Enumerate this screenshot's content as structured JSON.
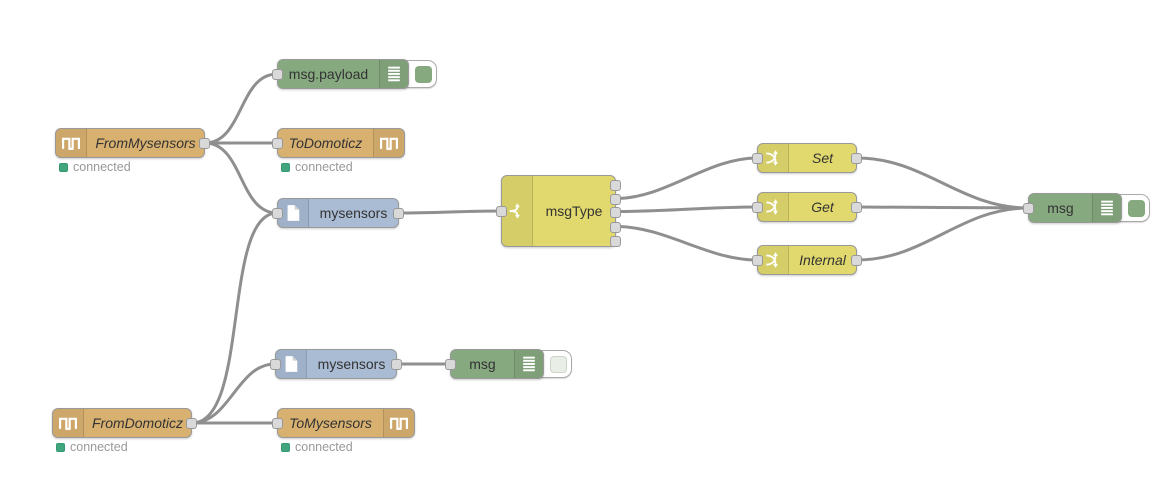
{
  "app": "node-red-flow-editor",
  "colors": {
    "canvas_bg": "#ffffff",
    "node_tan": "#d8b170",
    "node_green_debug": "#87a980",
    "node_blue_parser": "#a9bcd4",
    "node_yellow": "#e2d96e",
    "node_border": "#999999",
    "wire": "#8f8f8f",
    "port_fill": "#d9d9d9",
    "status_dot_green": "#41a57e",
    "status_text": "#999999",
    "label_text": "#333333"
  },
  "nodes": {
    "from_mysensors": {
      "label": "FromMysensors",
      "icon": "square-wave-icon",
      "status": "connected"
    },
    "msg_payload": {
      "label": "msg.payload",
      "icon": "debug-list-icon",
      "toggle": "on"
    },
    "to_domoticz": {
      "label": "ToDomoticz",
      "icon": "square-wave-icon",
      "status": "connected"
    },
    "mysensors_upper": {
      "label": "mysensors",
      "icon": "file-icon"
    },
    "msg_type": {
      "label": "msgType",
      "icon": "fork-switch-icon",
      "outputs": 5
    },
    "set": {
      "label": "Set",
      "icon": "shuffle-change-icon"
    },
    "get": {
      "label": "Get",
      "icon": "shuffle-change-icon"
    },
    "internal": {
      "label": "Internal",
      "icon": "shuffle-change-icon"
    },
    "msg_right": {
      "label": "msg",
      "icon": "debug-list-icon",
      "toggle": "on"
    },
    "mysensors_lower": {
      "label": "mysensors",
      "icon": "file-icon"
    },
    "msg_lower": {
      "label": "msg",
      "icon": "debug-list-icon",
      "toggle": "off"
    },
    "from_domoticz": {
      "label": "FromDomoticz",
      "icon": "square-wave-icon",
      "status": "connected"
    },
    "to_mysensors": {
      "label": "ToMysensors",
      "icon": "square-wave-icon",
      "status": "connected"
    }
  },
  "connections": [
    {
      "from": "FromMysensors",
      "to": "msg.payload"
    },
    {
      "from": "FromMysensors",
      "to": "ToDomoticz"
    },
    {
      "from": "FromMysensors",
      "to": "mysensors (upper)"
    },
    {
      "from": "mysensors (upper)",
      "to": "msgType"
    },
    {
      "from": "msgType output 2",
      "to": "Set"
    },
    {
      "from": "msgType output 3",
      "to": "Get"
    },
    {
      "from": "msgType output 4",
      "to": "Internal"
    },
    {
      "from": "Set",
      "to": "msg (right)"
    },
    {
      "from": "Get",
      "to": "msg (right)"
    },
    {
      "from": "Internal",
      "to": "msg (right)"
    },
    {
      "from": "FromDomoticz",
      "to": "mysensors (upper)"
    },
    {
      "from": "FromDomoticz",
      "to": "mysensors (lower)"
    },
    {
      "from": "FromDomoticz",
      "to": "ToMysensors"
    },
    {
      "from": "mysensors (lower)",
      "to": "msg (lower)"
    }
  ]
}
